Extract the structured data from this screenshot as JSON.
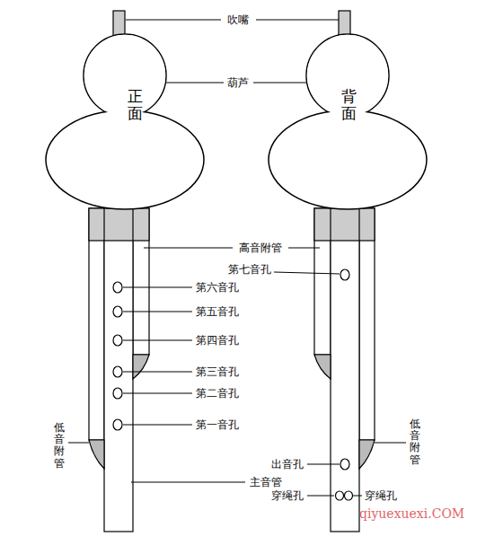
{
  "diagram": {
    "nodes": [
      {
        "text": [
          "正面"
        ]
      },
      {
        "text": [
          "背面"
        ]
      }
    ],
    "labels": [
      "吹嘴",
      "葫芦",
      "高音附管",
      "第七音孔",
      "第六音孔",
      "第五音孔",
      "第四音孔",
      "第三音孔",
      "第二音孔",
      "第一音孔",
      "低音附管",
      "低音附管",
      "出音孔",
      "主音管",
      "穿绳孔",
      "穿绳孔",
      "qiyuexuexi.COM"
    ]
  }
}
